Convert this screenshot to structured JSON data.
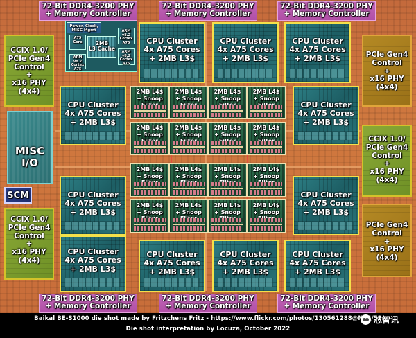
{
  "ddr": {
    "line1": "72-Bit DDR4-3200 PHY",
    "line2": "+ Memory Controller"
  },
  "cpu": {
    "line1": "CPU Cluster",
    "line2": "4x A75 Cores",
    "line3": "+ 2MB L3$"
  },
  "ccix": {
    "line1": "CCIX 1.0/",
    "line2": "PCIe Gen4",
    "line3": "Control",
    "line4": "+",
    "line5": "x16 PHY",
    "line6": "(4x4)"
  },
  "pcie": {
    "line1": "PCIe Gen4",
    "line2": "Control",
    "line3": "+",
    "line4": "x16 PHY",
    "line5": "(4x4)"
  },
  "misc": {
    "line1": "MISC",
    "line2": "I/O"
  },
  "scm": {
    "label": "SCM"
  },
  "l4": {
    "line1": "2MB L4$",
    "line2": "+ Snoop Filter"
  },
  "mgmt": {
    "power_clock": "Power, Clock,",
    "misc_mgmt": "MISC Mgmt",
    "l3_cache_a": "2MB",
    "l3_cache_b": "L3 Cache",
    "a75_label": "A75",
    "core_label": "Core",
    "arm_v8": "ARM v8.2",
    "cortex": "Cortex A75"
  },
  "credits": {
    "line1": "Baikal BE-S1000 die shot made by Fritzchens Fritz - https://www.flickr.com/photos/130561288@N04/52",
    "line2": "Die shot interpretation by Locuza, October 2022"
  },
  "watermark": {
    "text": "芯智讯"
  }
}
